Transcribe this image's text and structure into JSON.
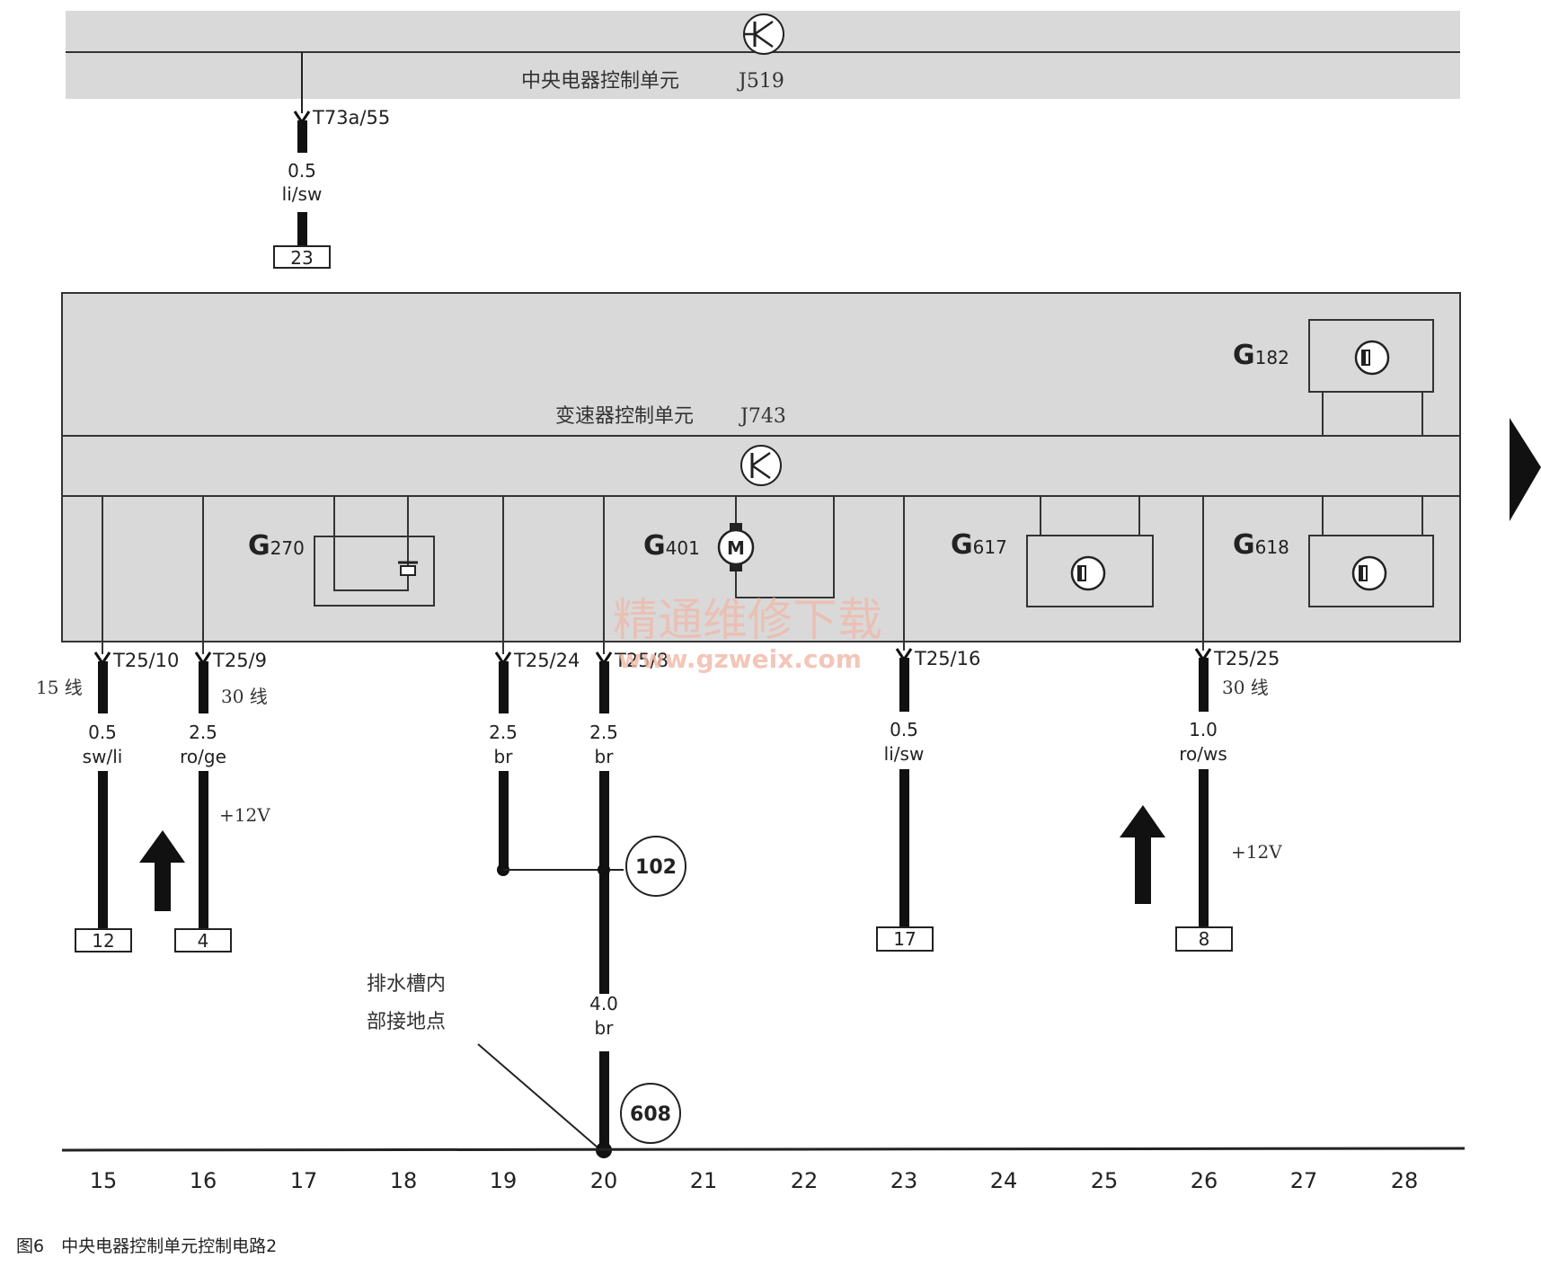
{
  "top_unit": {
    "name": "中央电器控制单元",
    "code": "J519"
  },
  "top_wire": {
    "connector": "T73a/55",
    "gauge": "0.5",
    "color": "li/sw",
    "ref": "23"
  },
  "tcu": {
    "name": "变速器控制单元",
    "code": "J743",
    "components": [
      {
        "id": "G",
        "sub": "270"
      },
      {
        "id": "G",
        "sub": "401",
        "symbol": "M"
      },
      {
        "id": "G",
        "sub": "617"
      },
      {
        "id": "G",
        "sub": "618"
      },
      {
        "id": "G",
        "sub": "182"
      }
    ]
  },
  "wires": [
    {
      "connector": "T25/10",
      "gauge": "0.5",
      "color": "sw/li",
      "note": "15 线",
      "ref": "12"
    },
    {
      "connector": "T25/9",
      "gauge": "2.5",
      "color": "ro/ge",
      "note": "30 线",
      "voltage": "+12V",
      "ref": "4"
    },
    {
      "connector": "T25/24",
      "gauge": "2.5",
      "color": "br"
    },
    {
      "connector": "T25/8",
      "gauge": "2.5",
      "color": "br"
    },
    {
      "connector": "T25/16",
      "gauge": "0.5",
      "color": "li/sw",
      "ref": "17"
    },
    {
      "connector": "T25/25",
      "gauge": "1.0",
      "color": "ro/ws",
      "note": "30 线",
      "voltage": "+12V",
      "ref": "8"
    }
  ],
  "splice": {
    "id": "102"
  },
  "ground_wire": {
    "gauge": "4.0",
    "color": "br"
  },
  "ground_point": {
    "id": "608",
    "label_line1": "排水槽内",
    "label_line2": "部接地点"
  },
  "track_numbers": [
    "15",
    "16",
    "17",
    "18",
    "19",
    "20",
    "21",
    "22",
    "23",
    "24",
    "25",
    "26",
    "27",
    "28"
  ],
  "caption": "图6　中央电器控制单元控制电路2",
  "watermark": {
    "text": "精通维修下载",
    "url": "www.gzweix.com"
  }
}
